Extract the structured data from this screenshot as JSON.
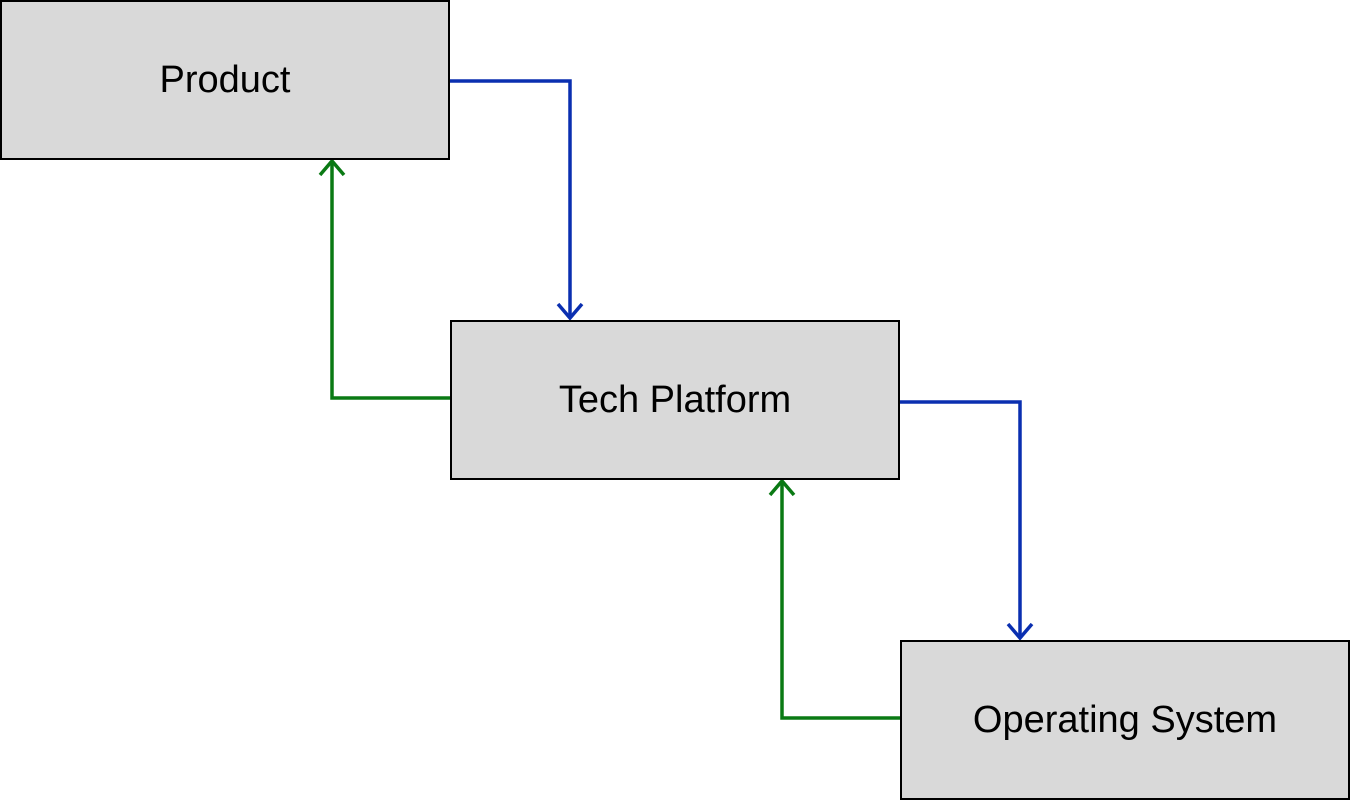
{
  "diagram": {
    "nodes": [
      {
        "id": "product",
        "label": "Product"
      },
      {
        "id": "tech_platform",
        "label": "Tech Platform"
      },
      {
        "id": "operating_system",
        "label": "Operating System"
      }
    ],
    "edges": [
      {
        "id": "product_to_tech",
        "from": "product",
        "to": "tech_platform",
        "kind": "downstream"
      },
      {
        "id": "tech_to_os",
        "from": "tech_platform",
        "to": "operating_system",
        "kind": "downstream"
      },
      {
        "id": "tech_to_product",
        "from": "tech_platform",
        "to": "product",
        "kind": "feedback"
      },
      {
        "id": "os_to_tech",
        "from": "operating_system",
        "to": "tech_platform",
        "kind": "feedback"
      }
    ]
  },
  "colors": {
    "background": "#ffffff",
    "node_fill": "#d9d9d9",
    "node_stroke": "#000000",
    "label_text": "#000000",
    "downstream_arrow": "#0a2fb0",
    "feedback_arrow": "#0a7a14"
  }
}
